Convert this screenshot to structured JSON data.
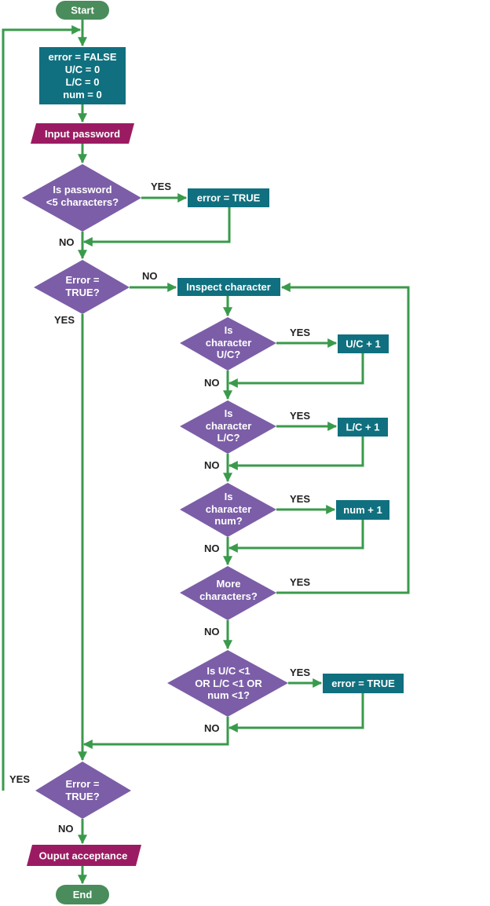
{
  "colors": {
    "terminal": "#4a8c5c",
    "process": "#10707f",
    "io": "#9b1b62",
    "decision": "#7b5ea7",
    "line": "#3a9a4b",
    "label": "#222222"
  },
  "flowchart": {
    "start": "Start",
    "init": [
      "error = FALSE",
      "U/C = 0",
      "L/C = 0",
      "num = 0"
    ],
    "input": "Input password",
    "check_length": [
      "Is password",
      "<5 characters?"
    ],
    "set_error_1": "error = TRUE",
    "check_error_1": [
      "Error =",
      "TRUE?"
    ],
    "inspect": "Inspect character",
    "check_uc": [
      "Is",
      "character",
      "U/C?"
    ],
    "inc_uc": "U/C + 1",
    "check_lc": [
      "Is",
      "character",
      "L/C?"
    ],
    "inc_lc": "L/C + 1",
    "check_num": [
      "Is",
      "character",
      "num?"
    ],
    "inc_num": "num + 1",
    "more_chars": [
      "More",
      "characters?"
    ],
    "check_counts": [
      "Is U/C <1",
      "OR L/C <1 OR",
      "num <1?"
    ],
    "set_error_2": "error = TRUE",
    "check_error_2": [
      "Error =",
      "TRUE?"
    ],
    "output": "Ouput acceptance",
    "end": "End",
    "labels": {
      "yes": "YES",
      "no": "NO"
    }
  }
}
